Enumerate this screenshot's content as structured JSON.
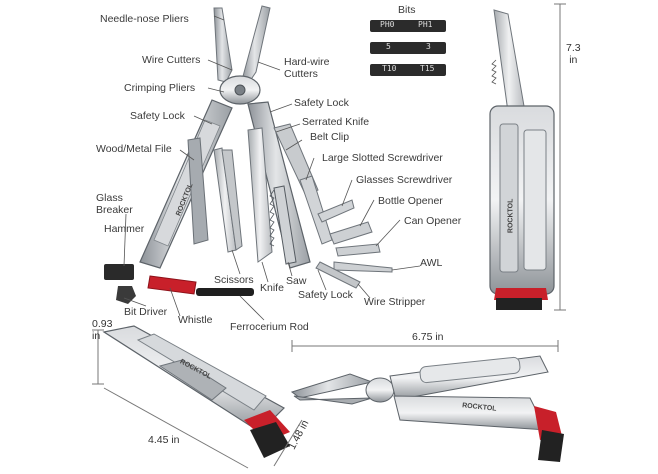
{
  "labels": {
    "needle_nose_pliers": "Needle-nose Pliers",
    "wire_cutters": "Wire Cutters",
    "hard_wire_cutters": "Hard-wire\nCutters",
    "crimping_pliers": "Crimping Pliers",
    "safety_lock_left": "Safety Lock",
    "safety_lock_right": "Safety Lock",
    "serrated_knife": "Serrated Knife",
    "belt_clip": "Belt Clip",
    "wood_metal_file": "Wood/Metal File",
    "large_slotted_screwdriver": "Large Slotted Screwdriver",
    "glasses_screwdriver": "Glasses Screwdriver",
    "glass_breaker": "Glass\nBreaker",
    "hammer": "Hammer",
    "bottle_opener": "Bottle Opener",
    "can_opener": "Can Opener",
    "awl": "AWL",
    "scissors": "Scissors",
    "knife": "Knife",
    "saw": "Saw",
    "safety_lock_bottom": "Safety Lock",
    "wire_stripper": "Wire Stripper",
    "bit_driver": "Bit Driver",
    "whistle": "Whistle",
    "ferrocerium_rod": "Ferrocerium Rod",
    "bits": "Bits"
  },
  "bits": {
    "row1": [
      "PH0",
      "PH1"
    ],
    "row2": [
      "5",
      "3"
    ],
    "row3": [
      "T10",
      "T15"
    ]
  },
  "dimensions": {
    "height": "7.3\nin",
    "thickness": "0.93\nin",
    "length_closed": "4.45 in",
    "width": "1.48 in",
    "length_open": "6.75 in"
  },
  "brand": "ROCKTOL",
  "colors": {
    "steel": "#b8bcc0",
    "steel_dark": "#6f757b",
    "accent_red": "#c8202a",
    "black": "#222222",
    "leader": "#555555"
  }
}
